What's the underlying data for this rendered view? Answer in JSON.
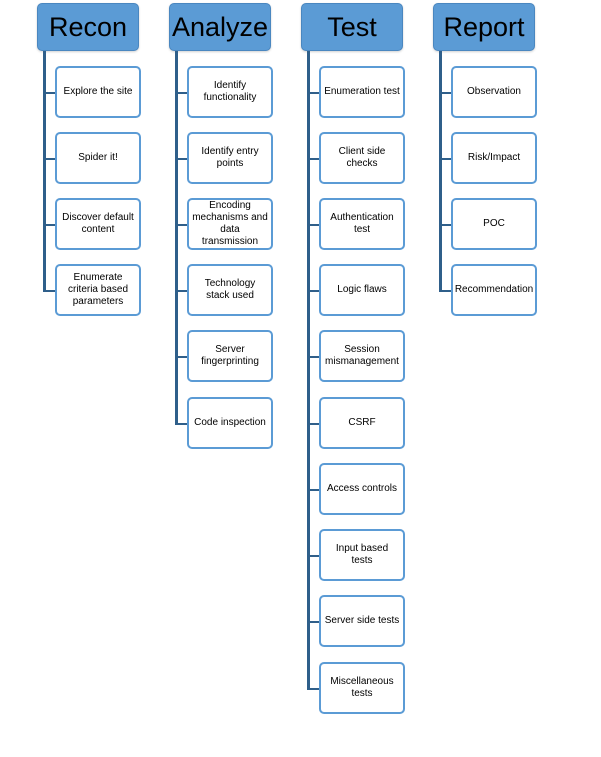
{
  "columns": [
    {
      "title": "Recon",
      "items": [
        "Explore the site",
        "Spider it!",
        "Discover default content",
        "Enumerate criteria based parameters"
      ]
    },
    {
      "title": "Analyze",
      "items": [
        "Identify functionality",
        "Identify entry points",
        "Encoding mechanisms and data transmission",
        "Technology stack used",
        "Server fingerprinting",
        "Code inspection"
      ]
    },
    {
      "title": "Test",
      "items": [
        "Enumeration test",
        "Client side checks",
        "Authentication test",
        "Logic flaws",
        "Session mismanagement",
        "CSRF",
        "Access controls",
        "Input based tests",
        "Server side tests",
        "Miscellaneous tests"
      ]
    },
    {
      "title": "Report",
      "items": [
        "Observation",
        "Risk/Impact",
        "POC",
        "Recommendation"
      ]
    }
  ],
  "colors": {
    "header_fill": "#5b9bd5",
    "node_border": "#5b9bd5",
    "connector": "#2f5f8a"
  }
}
